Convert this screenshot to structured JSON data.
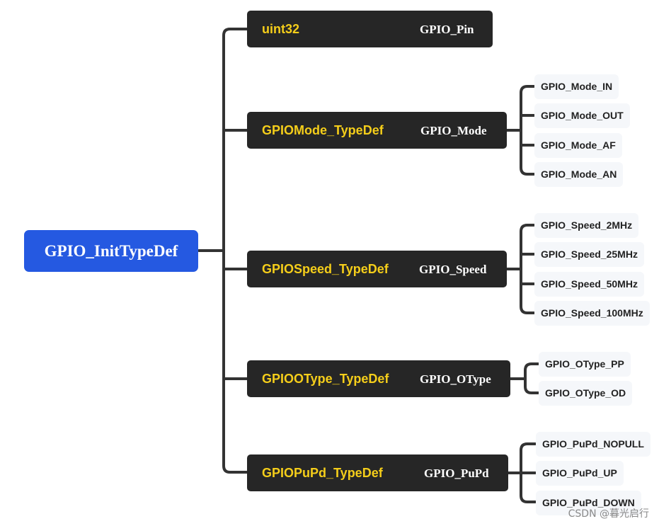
{
  "root": {
    "label": "GPIO_InitTypeDef"
  },
  "members": [
    {
      "type": "uint32",
      "field": "GPIO_Pin",
      "values": []
    },
    {
      "type": "GPIOMode_TypeDef",
      "field": "GPIO_Mode",
      "values": [
        "GPIO_Mode_IN",
        "GPIO_Mode_OUT",
        "GPIO_Mode_AF",
        "GPIO_Mode_AN"
      ]
    },
    {
      "type": "GPIOSpeed_TypeDef",
      "field": "GPIO_Speed",
      "values": [
        "GPIO_Speed_2MHz",
        "GPIO_Speed_25MHz",
        "GPIO_Speed_50MHz",
        "GPIO_Speed_100MHz"
      ]
    },
    {
      "type": "GPIOOType_TypeDef",
      "field": "GPIO_OType",
      "values": [
        "GPIO_OType_PP",
        "GPIO_OType_OD"
      ]
    },
    {
      "type": "GPIOPuPd_TypeDef",
      "field": "GPIO_PuPd",
      "values": [
        "GPIO_PuPd_NOPULL",
        "GPIO_PuPd_UP",
        "GPIO_PuPd_DOWN"
      ]
    }
  ],
  "watermark": "CSDN @暮光启行",
  "colors": {
    "root_fill": "#2559e1",
    "node_fill": "#262626",
    "type_text": "#f5ce1a",
    "field_text": "#ffffff",
    "leaf_fill": "#f5f7fa",
    "connector": "#333333"
  }
}
